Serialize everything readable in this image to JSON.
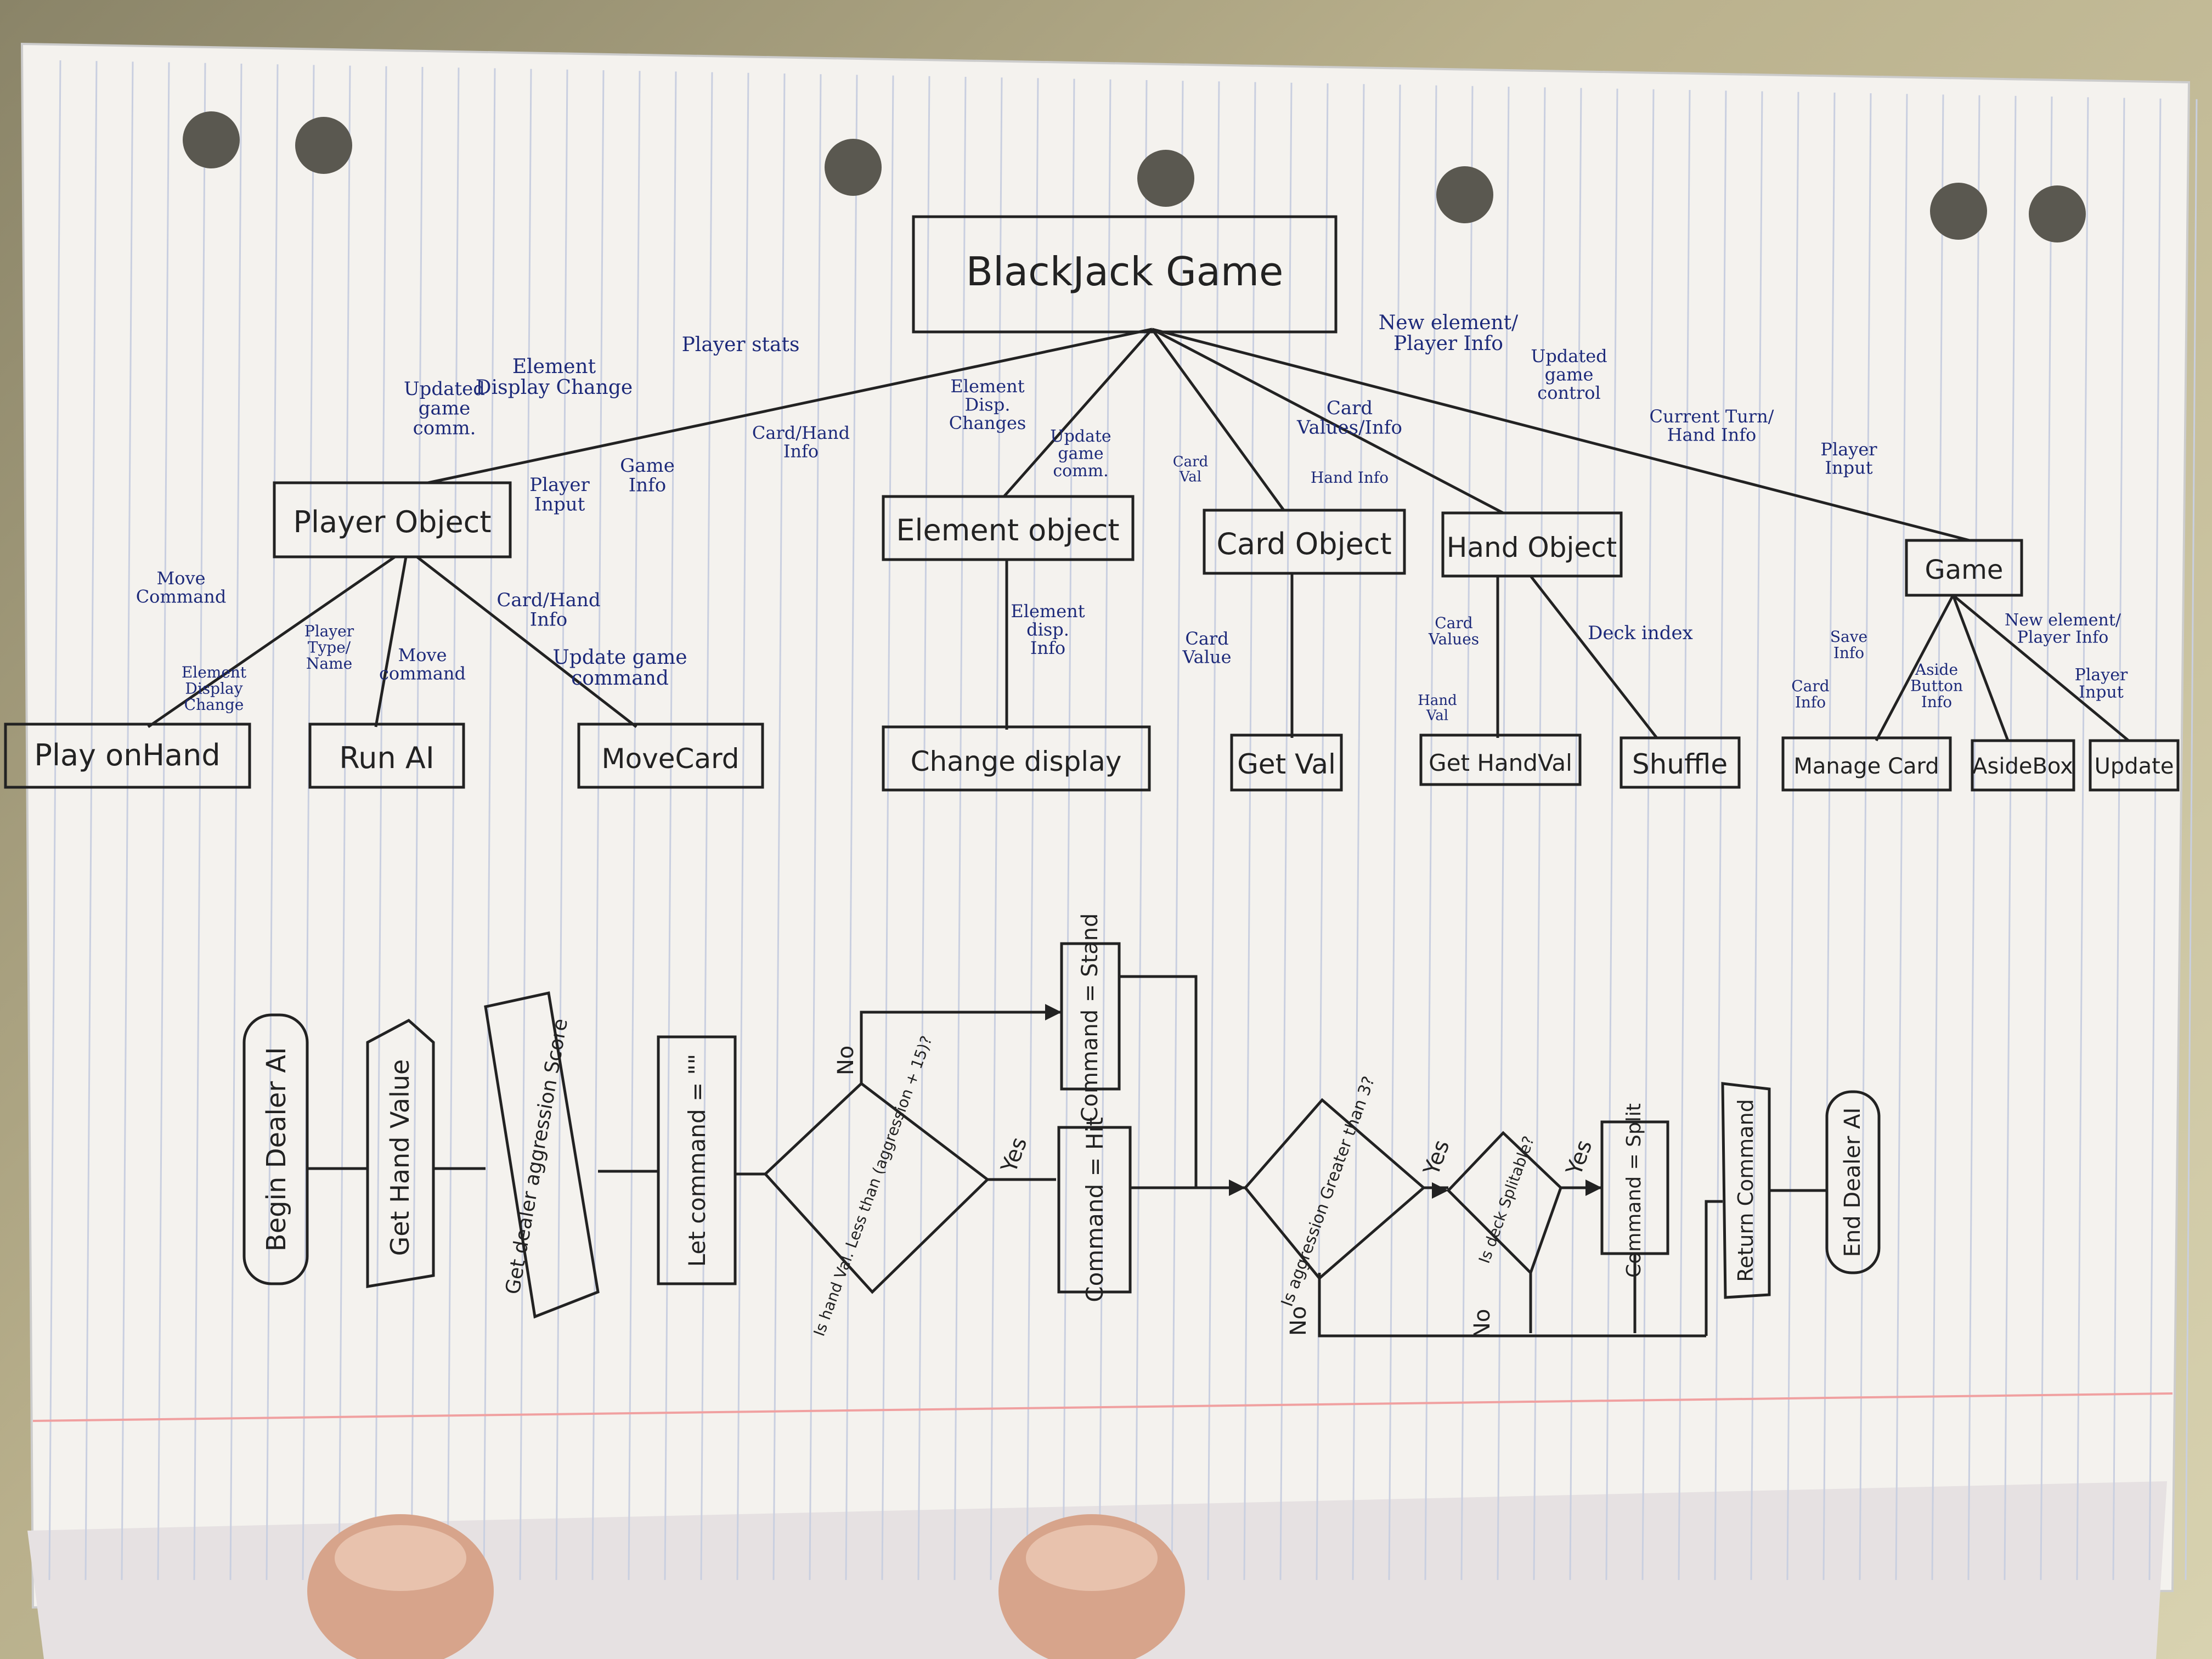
{
  "structure_chart": {
    "root": "BlackJack Game",
    "objects": [
      {
        "id": "player",
        "label": "Player Object"
      },
      {
        "id": "element",
        "label": "Element object"
      },
      {
        "id": "card",
        "label": "Card Object"
      },
      {
        "id": "hand",
        "label": "Hand Object"
      },
      {
        "id": "game",
        "label": "Game"
      }
    ],
    "methods": [
      {
        "id": "play_on_hand",
        "label": "Play onHand"
      },
      {
        "id": "run_ai",
        "label": "Run AI"
      },
      {
        "id": "move_card",
        "label": "MoveCard"
      },
      {
        "id": "change_display",
        "label": "Change display"
      },
      {
        "id": "get_val",
        "label": "Get Val"
      },
      {
        "id": "get_hand_val",
        "label": "Get HandVal"
      },
      {
        "id": "shuffle",
        "label": "Shuffle"
      },
      {
        "id": "manage_card",
        "label": "Manage Card"
      },
      {
        "id": "aside_button",
        "label": "AsideBox"
      },
      {
        "id": "update",
        "label": "Update"
      }
    ],
    "annotations": [
      {
        "id": "updated_game_comm",
        "lines": [
          "Updated",
          "game",
          "comm."
        ]
      },
      {
        "id": "element_display_change",
        "lines": [
          "Element",
          "Display Change"
        ]
      },
      {
        "id": "player_stats",
        "lines": [
          "Player stats"
        ]
      },
      {
        "id": "card_hand_info_top",
        "lines": [
          "Card/Hand",
          "Info"
        ]
      },
      {
        "id": "player_input",
        "lines": [
          "Player",
          "Input"
        ]
      },
      {
        "id": "game_info",
        "lines": [
          "Game",
          "Info"
        ]
      },
      {
        "id": "element_disp_changes",
        "lines": [
          "Element",
          "Disp.",
          "Changes"
        ]
      },
      {
        "id": "update_game_comm",
        "lines": [
          "Update",
          "game",
          "comm."
        ]
      },
      {
        "id": "card_val",
        "lines": [
          "Card",
          "Val"
        ]
      },
      {
        "id": "card_values_info",
        "lines": [
          "Card",
          "Values/Info"
        ]
      },
      {
        "id": "hand_info",
        "lines": [
          "Hand Info"
        ]
      },
      {
        "id": "new_element_player_info_top",
        "lines": [
          "New element/",
          "Player Info"
        ]
      },
      {
        "id": "updated_game_control",
        "lines": [
          "Updated",
          "game",
          "control"
        ]
      },
      {
        "id": "current_turn_hand_info",
        "lines": [
          "Current Turn/",
          "Hand Info"
        ]
      },
      {
        "id": "player_input_game",
        "lines": [
          "Player",
          "Input"
        ]
      },
      {
        "id": "move_command_1",
        "lines": [
          "Move",
          "Command"
        ]
      },
      {
        "id": "element_display_change_2",
        "lines": [
          "Element",
          "Display",
          "Change"
        ]
      },
      {
        "id": "player_type_name",
        "lines": [
          "Player",
          "Type/",
          "Name"
        ]
      },
      {
        "id": "move_command_2",
        "lines": [
          "Move",
          "command"
        ]
      },
      {
        "id": "card_hand_info_2",
        "lines": [
          "Card/Hand",
          "Info"
        ]
      },
      {
        "id": "update_game_command",
        "lines": [
          "Update game",
          "command"
        ]
      },
      {
        "id": "element_disp_info",
        "lines": [
          "Element",
          "disp.",
          "Info"
        ]
      },
      {
        "id": "card_value",
        "lines": [
          "Card",
          "Value"
        ]
      },
      {
        "id": "card_values",
        "lines": [
          "Card",
          "Values"
        ]
      },
      {
        "id": "hand_val",
        "lines": [
          "Hand",
          "Val"
        ]
      },
      {
        "id": "deck_index",
        "lines": [
          "Deck index"
        ]
      },
      {
        "id": "save_info",
        "lines": [
          "Save",
          "Info"
        ]
      },
      {
        "id": "card_info",
        "lines": [
          "Card",
          "Info"
        ]
      },
      {
        "id": "aside_button_info",
        "lines": [
          "Aside",
          "Button",
          "Info"
        ]
      },
      {
        "id": "new_element_player_info_2",
        "lines": [
          "New element/",
          "Player Info"
        ]
      },
      {
        "id": "player_input_2",
        "lines": [
          "Player",
          "Input"
        ]
      }
    ]
  },
  "flowchart": {
    "begin": "Begin Dealer AI",
    "get_hand_value": "Get Hand Value",
    "get_aggression": "Get dealer aggression Score",
    "set_command": "Let command = \"\"",
    "decision_hand": "Is hand Val. Less than (aggression + 15)?",
    "stand": "Command = Stand",
    "hit": "Command = Hit",
    "decision_aggr": "Is aggression Greater than 3?",
    "decision_split": "Is deck Splitable?",
    "split": "Command = Split",
    "return_cmd": "Return Command",
    "end": "End Dealer AI",
    "label_no_1": "No",
    "label_yes_1": "Yes",
    "label_yes_2": "Yes",
    "label_yes_3": "Yes",
    "label_no_2": "No",
    "label_no_3": "No"
  }
}
